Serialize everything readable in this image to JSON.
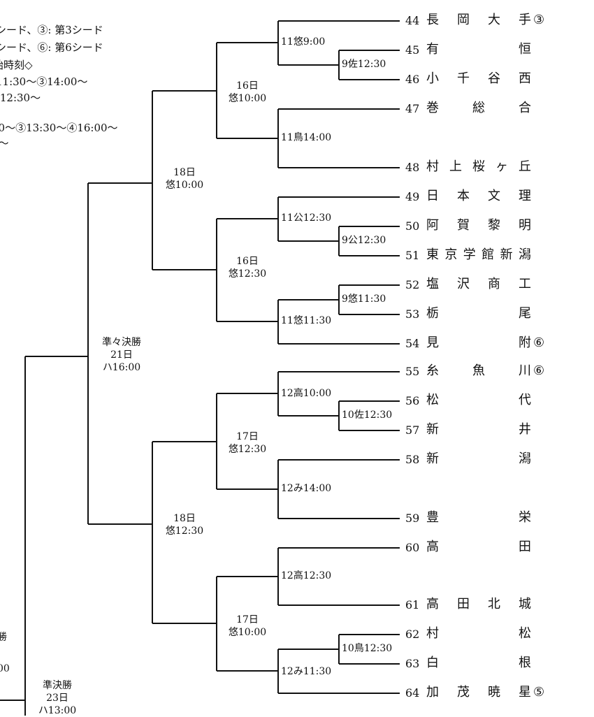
{
  "legend": {
    "lines": [
      "シード、③: 第3シード",
      "シード、⑥: 第6シード",
      "始時刻◇",
      "11:30～③14:00～",
      ")12:30～",
      "00～③13:30～④16:00～",
      "0～"
    ]
  },
  "left_fragments": {
    "l1": "勝",
    "l2": "00"
  },
  "teams": [
    {
      "num": "44",
      "name": "長岡大手",
      "seed": "③"
    },
    {
      "num": "45",
      "name": "有恒",
      "seed": ""
    },
    {
      "num": "46",
      "name": "小千谷西",
      "seed": ""
    },
    {
      "num": "47",
      "name": "巻総合",
      "seed": ""
    },
    {
      "num": "48",
      "name": "村上桜ヶ丘",
      "seed": ""
    },
    {
      "num": "49",
      "name": "日本文理",
      "seed": ""
    },
    {
      "num": "50",
      "name": "阿賀黎明",
      "seed": ""
    },
    {
      "num": "51",
      "name": "東京学館新潟",
      "seed": ""
    },
    {
      "num": "52",
      "name": "塩沢商工",
      "seed": ""
    },
    {
      "num": "53",
      "name": "栃尾",
      "seed": ""
    },
    {
      "num": "54",
      "name": "見附",
      "seed": "⑥"
    },
    {
      "num": "55",
      "name": "糸魚川",
      "seed": "⑥"
    },
    {
      "num": "56",
      "name": "松代",
      "seed": ""
    },
    {
      "num": "57",
      "name": "新井",
      "seed": ""
    },
    {
      "num": "58",
      "name": "新潟",
      "seed": ""
    },
    {
      "num": "59",
      "name": "豊栄",
      "seed": ""
    },
    {
      "num": "60",
      "name": "高田",
      "seed": ""
    },
    {
      "num": "61",
      "name": "高田北城",
      "seed": ""
    },
    {
      "num": "62",
      "name": "村松",
      "seed": ""
    },
    {
      "num": "63",
      "name": "白根",
      "seed": ""
    },
    {
      "num": "64",
      "name": "加茂暁星",
      "seed": "⑤"
    }
  ],
  "matches": {
    "m9a": "9佐12:30",
    "m9b": "9公12:30",
    "m9c": "9悠11:30",
    "m10a": "10佐12:30",
    "m10b": "10鳥12:30",
    "m11a": "11悠9:00",
    "m11b": "11鳥14:00",
    "m11c": "11公12:30",
    "m11d": "11悠11:30",
    "m12a": "12高10:00",
    "m12b": "12み14:00",
    "m12c": "12高12:30",
    "m12d": "12み11:30"
  },
  "rounds": {
    "r16a": {
      "day": "16日",
      "time": "悠10:00"
    },
    "r16b": {
      "day": "16日",
      "time": "悠12:30"
    },
    "r17a": {
      "day": "17日",
      "time": "悠12:30"
    },
    "r17b": {
      "day": "17日",
      "time": "悠10:00"
    },
    "r18a": {
      "day": "18日",
      "time": "悠10:00"
    },
    "r18b": {
      "day": "18日",
      "time": "悠12:30"
    },
    "qf": {
      "label": "準々決勝",
      "day": "21日",
      "time": "ハ16:00"
    },
    "sf": {
      "label": "準決勝",
      "day": "23日",
      "time": "ハ13:00"
    }
  }
}
